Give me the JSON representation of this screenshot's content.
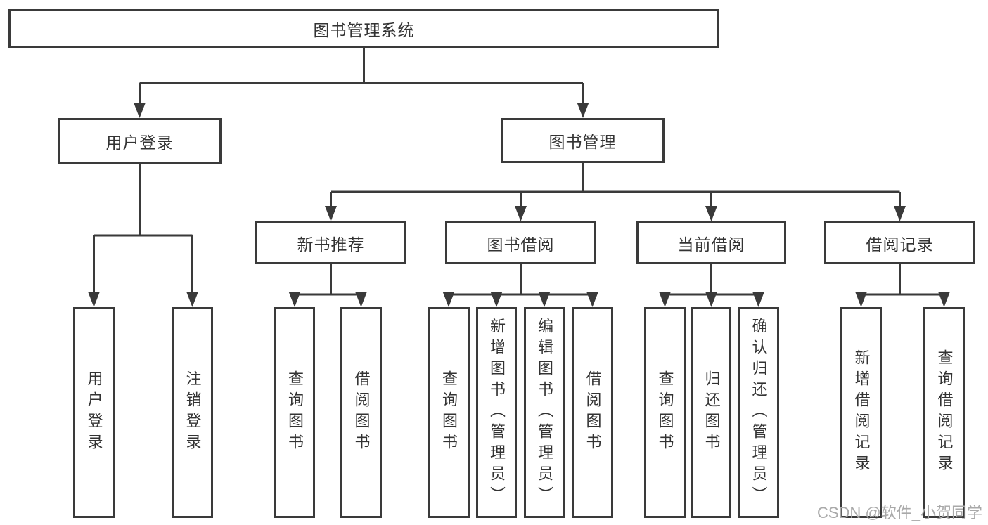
{
  "tree": {
    "root": {
      "label": "图书管理系统",
      "children": [
        {
          "label": "用户登录",
          "children": [
            {
              "label": "用户登录"
            },
            {
              "label": "注销登录"
            }
          ]
        },
        {
          "label": "图书管理",
          "children": [
            {
              "label": "新书推荐",
              "children": [
                {
                  "label": "查询图书"
                },
                {
                  "label": "借阅图书"
                }
              ]
            },
            {
              "label": "图书借阅",
              "children": [
                {
                  "label": "查询图书"
                },
                {
                  "label": "新增图书（管理员）"
                },
                {
                  "label": "编辑图书（管理员）"
                },
                {
                  "label": "借阅图书"
                }
              ]
            },
            {
              "label": "当前借阅",
              "children": [
                {
                  "label": "查询图书"
                },
                {
                  "label": "归还图书"
                },
                {
                  "label": "确认归还（管理员）"
                }
              ]
            },
            {
              "label": "借阅记录",
              "children": [
                {
                  "label": "新增借阅记录"
                },
                {
                  "label": "查询借阅记录"
                }
              ]
            }
          ]
        }
      ]
    }
  },
  "watermark": {
    "text": "CSDN @软件_小贺同学"
  },
  "colors": {
    "line": "#3a3a3a",
    "text": "#333333",
    "watermark": "#a9a9a9",
    "background": "#ffffff"
  }
}
